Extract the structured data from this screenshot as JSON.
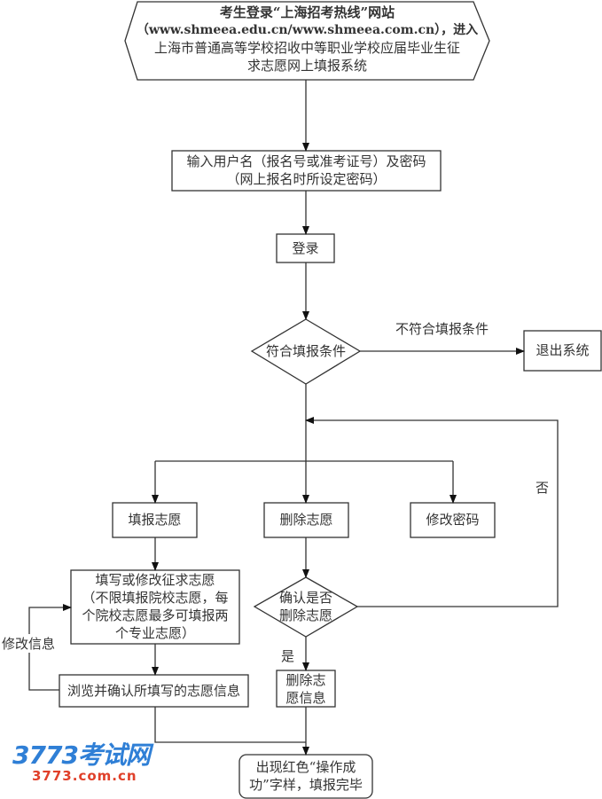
{
  "nodes": {
    "start": {
      "line1": "考生登录“上海招考热线”网站",
      "line2": "（www.shmeea.edu.cn/www.shmeea.com.cn），进入",
      "line3": "上海市普通高等学校招收中等职业学校应届毕业生征",
      "line4": "求志愿网上填报系统"
    },
    "credentials": {
      "line1": "输入用户名（报名号或准考证号）及密码",
      "line2": "（网上报名时所设定密码）"
    },
    "login": "登录",
    "eligibility_decision": "符合填报条件",
    "exit": "退出系统",
    "fill_wish": "填报志愿",
    "delete_wish": "删除志愿",
    "change_password": "修改密码",
    "fill_or_modify": {
      "line1": "填写或修改征求志愿",
      "line2": "（不限填报院校志愿，每",
      "line3": "个院校志愿最多可填报两",
      "line4": "个专业志愿）"
    },
    "browse_confirm": "浏览并确认所填写的志愿信息",
    "confirm_delete_decision": {
      "line1": "确认是否",
      "line2": "删除志愿"
    },
    "delete_info": {
      "line1": "删除志",
      "line2": "愿信息"
    },
    "finish": {
      "line1": "出现红色“操作成",
      "line2": "功”字样，填报完毕"
    }
  },
  "edge_labels": {
    "not_eligible": "不符合填报条件",
    "no": "否",
    "yes": "是",
    "modify_info": "修改信息"
  },
  "watermark": {
    "brand": "3773考试网",
    "url": "3773.com.cn",
    "brand_color": "#2f7fd6",
    "url_color": "#e0402a"
  }
}
